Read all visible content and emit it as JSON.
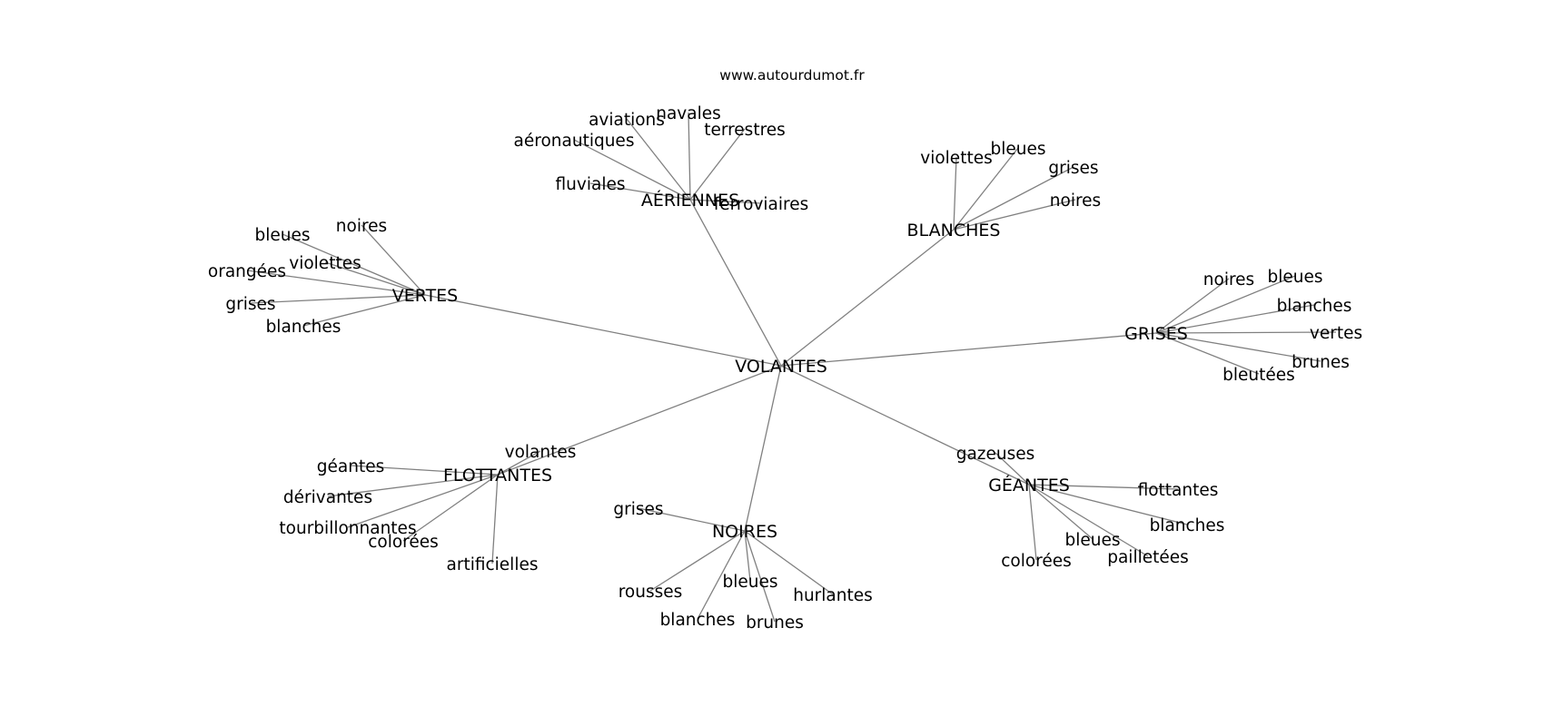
{
  "site": "www.autourdumot.fr",
  "root": {
    "id": "volantes",
    "label": "VOLANTES"
  },
  "clusters": [
    {
      "id": "aeriennes",
      "label": "AÉRIENNES",
      "leaves": [
        "aviations",
        "navales",
        "terrestres",
        "aéronautiques",
        "fluviales",
        "ferroviaires"
      ]
    },
    {
      "id": "blanches",
      "label": "BLANCHES",
      "leaves": [
        "violettes",
        "bleues",
        "grises",
        "noires"
      ]
    },
    {
      "id": "vertes",
      "label": "VERTES",
      "leaves": [
        "noires",
        "bleues",
        "violettes",
        "orangées",
        "grises",
        "blanches"
      ]
    },
    {
      "id": "grises",
      "label": "GRISES",
      "leaves": [
        "noires",
        "bleues",
        "blanches",
        "vertes",
        "brunes",
        "bleutées"
      ]
    },
    {
      "id": "flottantes",
      "label": "FLOTTANTES",
      "leaves": [
        "volantes",
        "géantes",
        "dérivantes",
        "tourbillonnantes",
        "colorées",
        "artificielles"
      ]
    },
    {
      "id": "noires",
      "label": "NOIRES",
      "leaves": [
        "grises",
        "rousses",
        "bleues",
        "hurlantes",
        "blanches",
        "brunes"
      ]
    },
    {
      "id": "geantes",
      "label": "GÉANTES",
      "leaves": [
        "gazeuses",
        "flottantes",
        "blanches",
        "bleues",
        "pailletées",
        "colorées"
      ]
    }
  ],
  "colors": {
    "edge": "#808080",
    "text": "#000000",
    "background": "#ffffff"
  }
}
